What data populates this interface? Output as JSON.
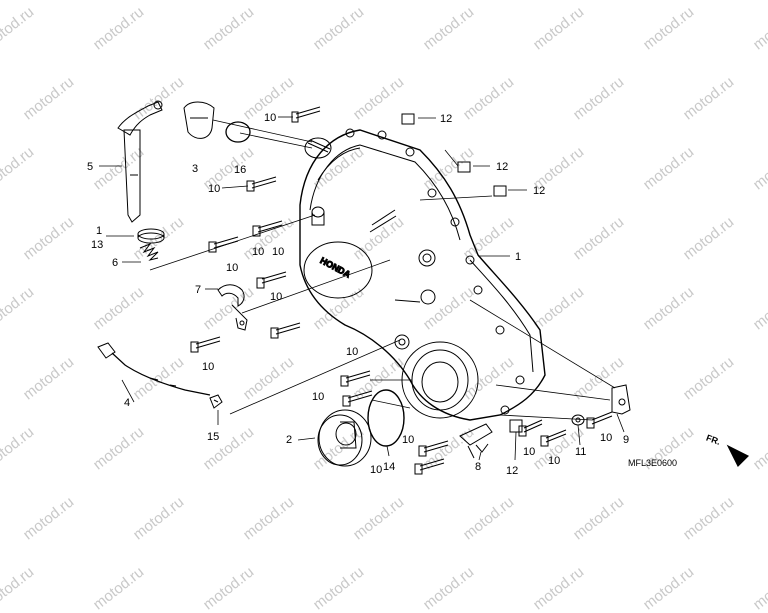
{
  "watermark": "motod.ru",
  "diagram": {
    "code": "MFL3E0600",
    "front_marker": "FR.",
    "cover_logo": "HONDA",
    "callouts": {
      "c1_cover": "1",
      "c1_oil_seal": "1",
      "c2": "2",
      "c3": "3",
      "c4": "4",
      "c5": "5",
      "c6": "6",
      "c7": "7",
      "c8": "8",
      "c9": "9",
      "c10_a": "10",
      "c10_b": "10",
      "c10_c": "10",
      "c10_d": "10",
      "c10_e": "10",
      "c10_f": "10",
      "c10_g": "10",
      "c10_h": "10",
      "c10_i": "10",
      "c10_j": "10",
      "c10_k": "10",
      "c10_l": "10",
      "c10_m": "10",
      "c10_n": "10",
      "c11": "11",
      "c12_a": "12",
      "c12_b": "12",
      "c12_c": "12",
      "c12_d": "12",
      "c13": "13",
      "c14": "14",
      "c15": "15",
      "c16": "16"
    }
  }
}
